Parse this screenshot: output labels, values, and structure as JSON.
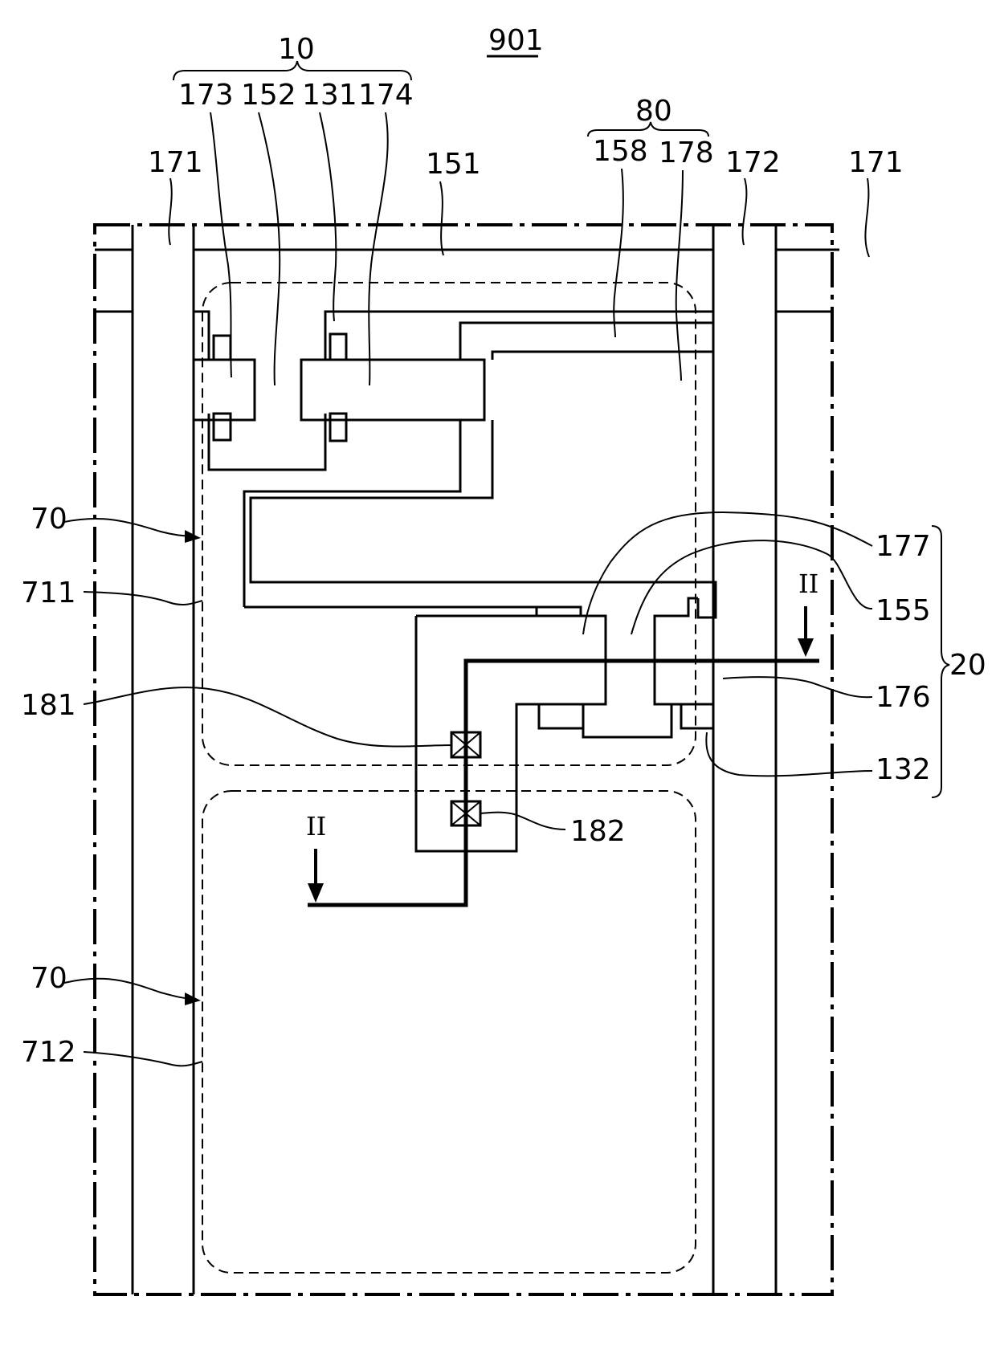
{
  "figure": {
    "number": "901",
    "groups": {
      "group_10": "10",
      "group_80": "80",
      "group_20": "20"
    },
    "labels": {
      "l173": "173",
      "l152": "152",
      "l131": "131",
      "l174": "174",
      "l158": "158",
      "l178": "178",
      "l171_left": "171",
      "l151": "151",
      "l172": "172",
      "l171_right": "171",
      "l70_upper": "70",
      "l711": "711",
      "l177": "177",
      "l155": "155",
      "l181": "181",
      "l176": "176",
      "l132": "132",
      "l182": "182",
      "l70_lower": "70",
      "l712": "712"
    },
    "section_marks": {
      "right": "II",
      "left": "II"
    }
  },
  "colors": {
    "line": "#000000",
    "background": "#ffffff"
  }
}
